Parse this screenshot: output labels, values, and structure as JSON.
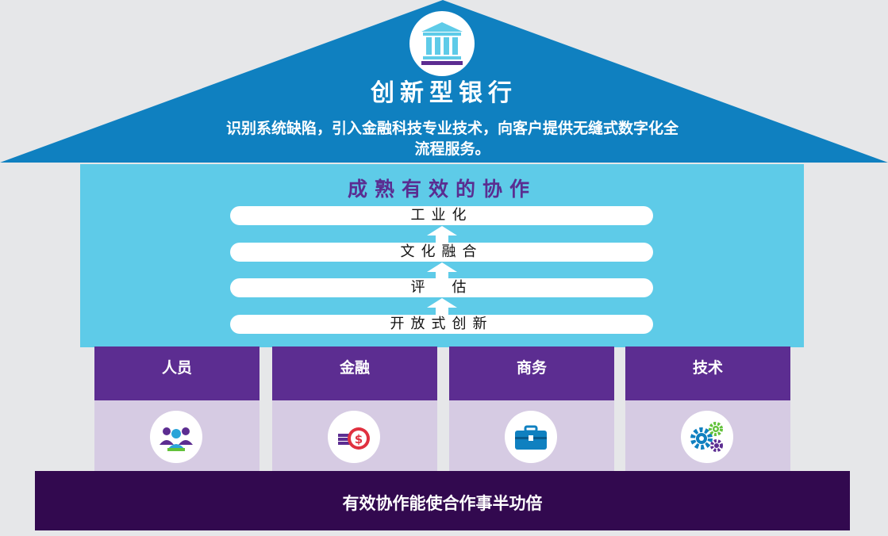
{
  "roof": {
    "title": "创新型银行",
    "description": "识别系统缺陷，引入金融科技专业技术，向客户提供无缝式数字化全流程服务。",
    "icon": "bank-icon"
  },
  "collaboration": {
    "title": "成熟有效的协作",
    "steps": [
      "工业化",
      "文化融合",
      "评　估",
      "开放式创新"
    ]
  },
  "pillars": [
    {
      "label": "人员",
      "icon": "people-icon"
    },
    {
      "label": "金融",
      "icon": "coins-dollar-icon"
    },
    {
      "label": "商务",
      "icon": "briefcase-icon"
    },
    {
      "label": "技术",
      "icon": "gears-icon"
    }
  ],
  "foundation": {
    "text": "有效协作能使合作事半功倍"
  },
  "colors": {
    "roof": "#0f80c0",
    "body": "#5ecbe8",
    "pillar_head": "#5c2d91",
    "pillar_body": "#d6cbe3",
    "foundation": "#32094f",
    "title_purple": "#5a2d91"
  }
}
